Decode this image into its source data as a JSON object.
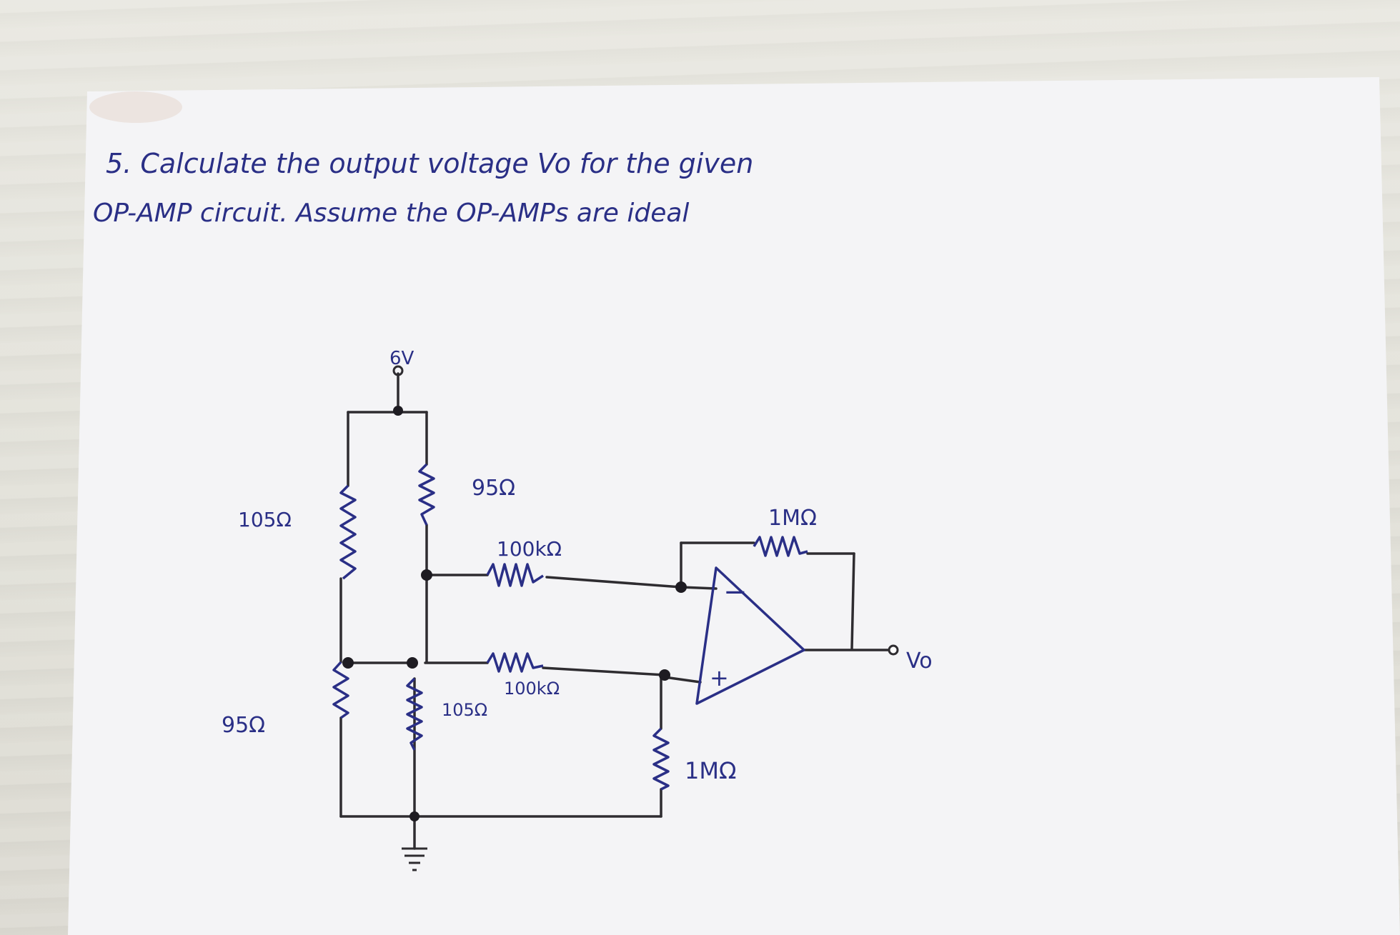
{
  "question": {
    "line1": "5. Calculate the output voltage Vo for the given",
    "line2": "OP-AMP circuit. Assume the OP-AMPs are ideal"
  },
  "circuit": {
    "supply_label": "6V",
    "r_left_top": "105Ω",
    "r_right_top": "95Ω",
    "r_left_bottom": "95Ω",
    "r_right_bottom": "105Ω",
    "r_input_top": "100kΩ",
    "r_input_bottom": "100kΩ",
    "r_feedback": "1MΩ",
    "r_ground": "1MΩ",
    "inverting_sign": "−",
    "noninverting_sign": "+",
    "output_label": "Vo"
  },
  "colors": {
    "ink": "#2a2f86",
    "wire": "#2e2c30",
    "paper": "#f3f3f5"
  }
}
